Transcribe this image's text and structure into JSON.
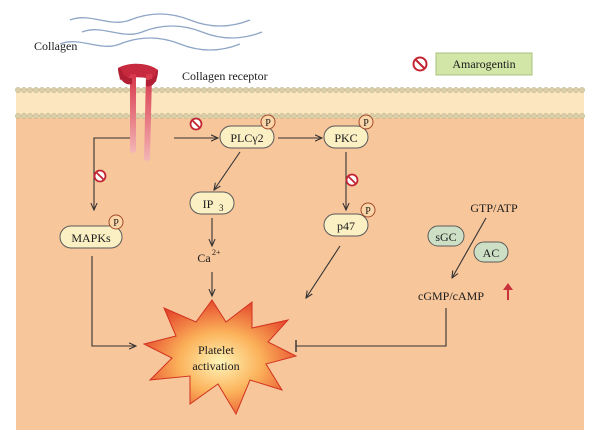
{
  "labels": {
    "collagen": "Collagen",
    "collagen_receptor": "Collagen receptor",
    "amarogentin": "Amarogentin",
    "plc": "PLCγ2",
    "pkc": "PKC",
    "mapks": "MAPKs",
    "ip3_base": "IP",
    "ip3_sub": "3",
    "ca_base": "Ca",
    "ca_sup": "2+",
    "p47": "p47",
    "gtp_atp": "GTP/ATP",
    "sgc": "sGC",
    "ac": "AC",
    "cgmp_camp": "cGMP/cAMP",
    "platelet_line1": "Platelet",
    "platelet_line2": "activation",
    "phospho": "P"
  },
  "colors": {
    "cytoplasm": "#f7c59a",
    "membrane_lipid": "#fbe2b4",
    "membrane_edge": "#c9b996",
    "receptor": "#d8364a",
    "node_fill": "#fbefc4",
    "node_stroke": "#5a5a5a",
    "enzyme_fill": "#cde0c6",
    "amarogentin_fill": "#cfe3a8",
    "phospho_fill": "#fbd6a8",
    "phospho_stroke": "#a34a2a",
    "inhibit_red": "#c22431",
    "burst_center": "#fff2b0",
    "burst_edge": "#e8402a",
    "up_arrow": "#c8323a",
    "collagen_fiber": "#8aa4c4"
  }
}
